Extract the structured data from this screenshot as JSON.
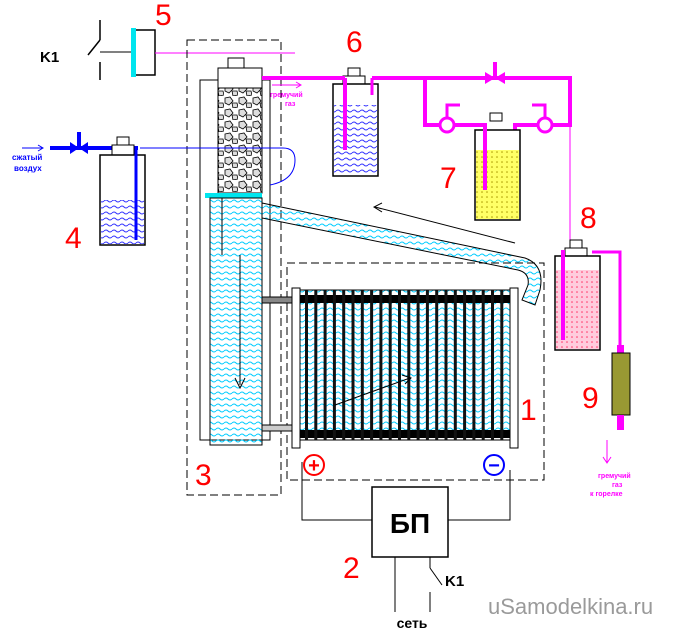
{
  "labels": {
    "n1": "1",
    "n2": "2",
    "n3": "3",
    "n4": "4",
    "n5": "5",
    "n6": "6",
    "n7": "7",
    "n8": "8",
    "n9": "9"
  },
  "switch_top": "K1",
  "switch_bottom": "K1",
  "power_supply": "БП",
  "mains": "сеть",
  "compressed_air": [
    "сжатый",
    "воздух"
  ],
  "oxyhydrogen_out": [
    "гремучий",
    "газ"
  ],
  "oxyhydrogen_burner": [
    "гремучий",
    "газ",
    "к горелке"
  ],
  "plus": "+",
  "minus": "−",
  "watermark": "uSamodelkina.ru",
  "colors": {
    "gas": "#ff00ff",
    "air": "#0000ff",
    "water": "#00ccff",
    "label": "#ff0000"
  }
}
